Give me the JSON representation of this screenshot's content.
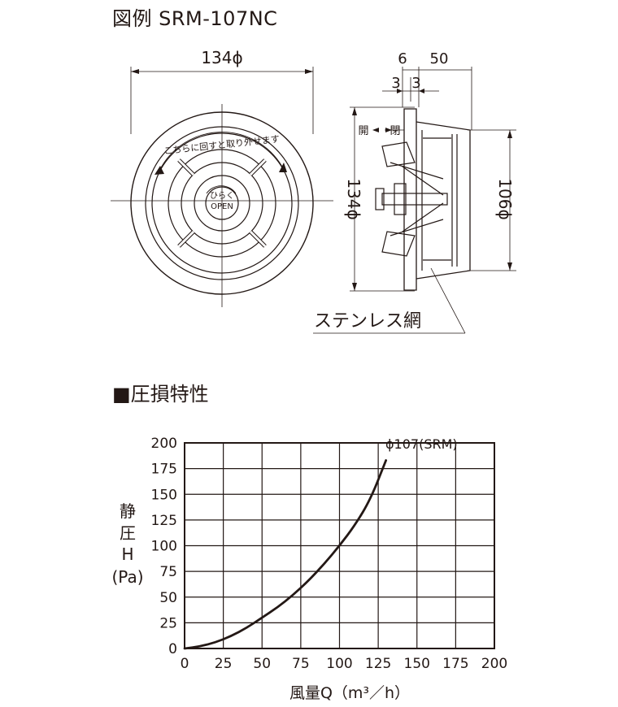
{
  "page": {
    "title": "図例 SRM-107NC",
    "section_title": "■圧損特性"
  },
  "drawing": {
    "front_diameter_label": "134ϕ",
    "side_diameter_outer_label": "134ϕ",
    "side_diameter_inner_label": "106ϕ",
    "dim_6": "6",
    "dim_50": "50",
    "dim_3a": "3",
    "dim_3b": "3",
    "open_label": "開",
    "close_label": "閉",
    "rotate_instruction": "こちらに回すと取り外せます",
    "open_marking": "OPEN",
    "open_kana": "ひらく",
    "mesh_label": "ステンレス網"
  },
  "chart_data": {
    "type": "line",
    "title": "",
    "xlabel": "風量Q（m³／h）",
    "ylabel": [
      "静",
      "圧",
      "H",
      "(Pa)"
    ],
    "xlim": [
      0,
      200
    ],
    "ylim": [
      0,
      200
    ],
    "xticks": [
      0,
      25,
      50,
      75,
      100,
      125,
      150,
      175,
      200
    ],
    "yticks": [
      0,
      25,
      50,
      75,
      100,
      125,
      150,
      175,
      200
    ],
    "grid": true,
    "series": [
      {
        "name": "ϕ107(SRM)",
        "x": [
          0,
          10,
          20,
          30,
          40,
          50,
          60,
          70,
          80,
          90,
          100,
          110,
          120,
          130
        ],
        "y": [
          0,
          2,
          6,
          12,
          20,
          30,
          40,
          52,
          66,
          82,
          100,
          120,
          145,
          183
        ]
      }
    ]
  }
}
